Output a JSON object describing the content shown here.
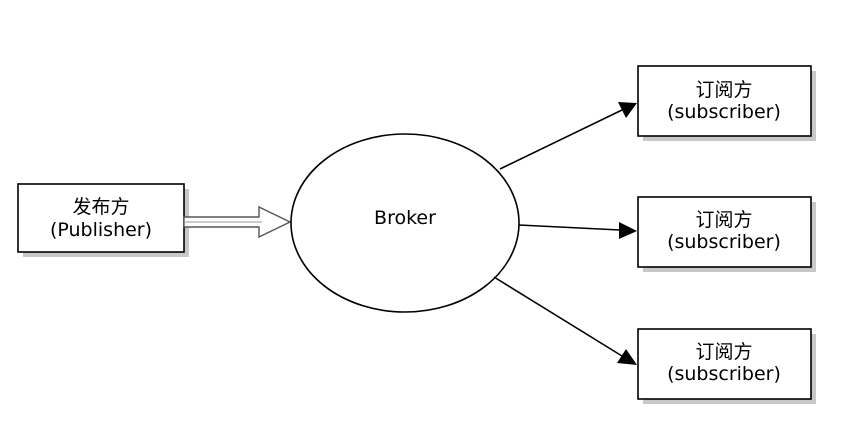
{
  "diagram": {
    "publisher": {
      "line1": "发布方",
      "line2": "(Publisher)"
    },
    "broker": {
      "label": "Broker"
    },
    "subscribers": [
      {
        "line1": "订阅方",
        "line2": "(subscriber)"
      },
      {
        "line1": "订阅方",
        "line2": "(subscriber)"
      },
      {
        "line1": "订阅方",
        "line2": "(subscriber)"
      }
    ]
  },
  "colors": {
    "stroke": "#000000",
    "fill": "#ffffff",
    "shadow": "#9a9a9a"
  }
}
